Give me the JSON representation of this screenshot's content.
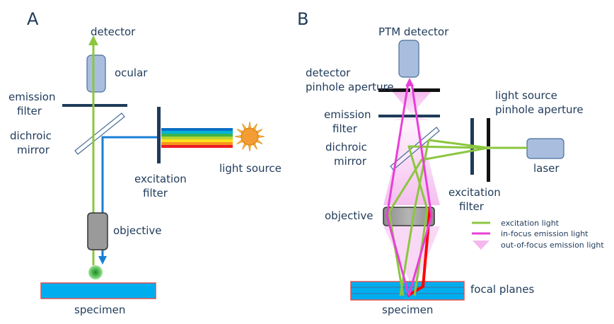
{
  "panel_a": {
    "letter": "A",
    "labels": {
      "detector": "detector",
      "ocular": "ocular",
      "emission_filter_1": "emission",
      "emission_filter_2": "filter",
      "dichroic_mirror_1": "dichroic",
      "dichroic_mirror_2": "mirror",
      "excitation_filter_1": "excitation",
      "excitation_filter_2": "filter",
      "light_source": "light source",
      "objective": "objective",
      "specimen": "specimen"
    }
  },
  "panel_b": {
    "letter": "B",
    "labels": {
      "ptm_detector": "PTM detector",
      "detector_pinhole_1": "detector",
      "detector_pinhole_2": "pinhole aperture",
      "emission_filter_1": "emission",
      "emission_filter_2": "filter",
      "dichroic_mirror_1": "dichroic",
      "dichroic_mirror_2": "mirror",
      "light_source_pinhole_1": "light source",
      "light_source_pinhole_2": "pinhole aperture",
      "laser": "laser",
      "excitation_filter_1": "excitation",
      "excitation_filter_2": "filter",
      "objective": "objective",
      "focal_planes": "focal planes",
      "specimen": "specimen"
    },
    "legend": {
      "excitation": "excitation light",
      "in_focus": "in-focus emission light",
      "out_of_focus": "out-of-focus emission light"
    }
  },
  "colors": {
    "text": "#1f3a5a",
    "excitation_green": "#8cc63f",
    "emission_blue": "#1a7fd4",
    "in_focus_magenta": "#e83fd8",
    "out_of_focus_pink": "#f4b8ee",
    "specimen_blue": "#00aeef",
    "specimen_border": "#e05050",
    "component_fill": "#a9bedf",
    "objective_fill": "#a6a6a6",
    "sun_core": "#f39c33",
    "sun_rays": "#f6c03a",
    "red_ray": "#ff0000"
  }
}
